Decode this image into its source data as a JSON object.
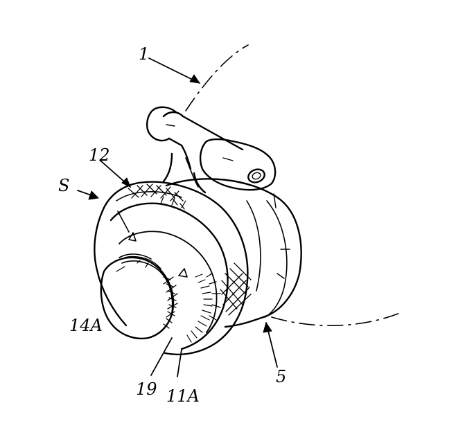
{
  "labels": {
    "l1": "1",
    "l12": "12",
    "lS": "S",
    "l14A": "14A",
    "l19": "19",
    "l11A": "11A",
    "l5": "5"
  },
  "colors": {
    "ink": "#000000",
    "paper": "#ffffff"
  }
}
